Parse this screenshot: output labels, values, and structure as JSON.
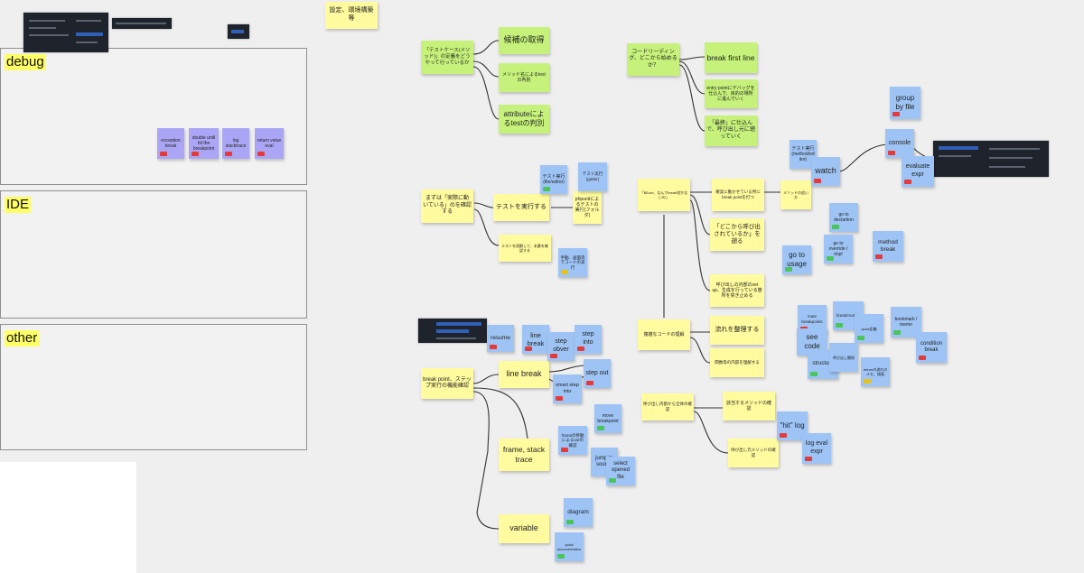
{
  "frames": [
    {
      "id": "frame-debug",
      "label": "debug"
    },
    {
      "id": "frame-ide",
      "label": "IDE"
    },
    {
      "id": "frame-other",
      "label": "other"
    }
  ],
  "notes": [
    {
      "id": "n-settings",
      "text": "設定、環境構築等",
      "color": "#fffb9e"
    },
    {
      "id": "n-p-exception",
      "text": "exception break",
      "color": "#aaa6f5"
    },
    {
      "id": "n-p-double",
      "text": "double until hit the breakpoint",
      "color": "#aaa6f5"
    },
    {
      "id": "n-p-log",
      "text": "log stacktrace",
      "color": "#aaa6f5"
    },
    {
      "id": "n-p-return",
      "text": "return value eval",
      "color": "#aaa6f5"
    },
    {
      "id": "n-testcase-q",
      "text": "「テストケース(メソッド)」の定義をどうやって行っているか",
      "color": "#c6f27b"
    },
    {
      "id": "n-candidates",
      "text": "候補の取得",
      "color": "#c6f27b"
    },
    {
      "id": "n-method-name",
      "text": "メソッド名によるtestの判別",
      "color": "#c6f27b"
    },
    {
      "id": "n-attribute",
      "text": "attributeによるtestの判別",
      "color": "#c6f27b"
    },
    {
      "id": "n-coderead-q",
      "text": "コードリーディング、どこから始めるか？",
      "color": "#c6f27b"
    },
    {
      "id": "n-break-first",
      "text": "break first line",
      "color": "#c6f27b"
    },
    {
      "id": "n-entry-point",
      "text": "entry pointにデバッグを仕込んで、目的の場所に進んでいく",
      "color": "#c6f27b"
    },
    {
      "id": "n-final",
      "text": "「最終」に仕込んで、呼び出し元に遡っていく",
      "color": "#c6f27b"
    },
    {
      "id": "n-run-first",
      "text": "まずは「実際に動いている」のを確認する",
      "color": "#fffb9e"
    },
    {
      "id": "n-run-test",
      "text": "テストを実行する",
      "color": "#fffb9e"
    },
    {
      "id": "n-test-read",
      "text": "テストを読解して、本番を確認する",
      "color": "#fffb9e"
    },
    {
      "id": "n-phpunit",
      "text": "phpunitによるテストの実行(フォルダ)",
      "color": "#fffb9e"
    },
    {
      "id": "n-b-testexec1",
      "text": "テスト実行(file/editor)",
      "color": "#9ec4f5"
    },
    {
      "id": "n-b-testexec2",
      "text": "テスト実行(gutter)",
      "color": "#9ec4f5"
    },
    {
      "id": "n-b-manual",
      "text": "手動、画面等でコードの実行",
      "color": "#9ec4f5"
    },
    {
      "id": "n-where-start",
      "text": "「BEcm、なんでbreak効かないの」",
      "color": "#fffb9e"
    },
    {
      "id": "n-callers",
      "text": "確実に動かせている所にbreak pointを打つ",
      "color": "#fffb9e"
    },
    {
      "id": "n-step-method",
      "text": "メソッドの追い方",
      "color": "#fffb9e"
    },
    {
      "id": "n-where-called",
      "text": "「どこから呼び出されているか」を遡る",
      "color": "#fffb9e"
    },
    {
      "id": "n-internal-setup",
      "text": "呼び出しの内部のset up、生成を行っている箇所を突き止める",
      "color": "#fffb9e"
    },
    {
      "id": "n-b-testexec3",
      "text": "テスト実行(method/editor)",
      "color": "#9ec4f5"
    },
    {
      "id": "n-watch",
      "text": "watch",
      "color": "#9ec4f5"
    },
    {
      "id": "n-group-file",
      "text": "group by file",
      "color": "#9ec4f5"
    },
    {
      "id": "n-console",
      "text": "console",
      "color": "#9ec4f5"
    },
    {
      "id": "n-evaluate",
      "text": "evaluate expr",
      "color": "#9ec4f5"
    },
    {
      "id": "n-goto-decl",
      "text": "go to declartion",
      "color": "#9ec4f5"
    },
    {
      "id": "n-goto-override",
      "text": "go to override / impl",
      "color": "#9ec4f5"
    },
    {
      "id": "n-method-break",
      "text": "method break",
      "color": "#9ec4f5"
    },
    {
      "id": "n-goto-usage",
      "text": "go to usage",
      "color": "#9ec4f5"
    },
    {
      "id": "n-complex",
      "text": "複雑なコードの理解",
      "color": "#fffb9e"
    },
    {
      "id": "n-organize-flow",
      "text": "流れを整理する",
      "color": "#fffb9e"
    },
    {
      "id": "n-relations",
      "text": "関数等の内容を理解する",
      "color": "#fffb9e"
    },
    {
      "id": "n-b-mute",
      "text": "mute breakpoints",
      "color": "#9ec4f5"
    },
    {
      "id": "n-b-breadcrumbs",
      "text": "breadcrumbs",
      "color": "#9ec4f5"
    },
    {
      "id": "n-b-see-code",
      "text": "see code",
      "color": "#9ec4f5"
    },
    {
      "id": "n-b-quick",
      "text": "quick定義",
      "color": "#9ec4f5"
    },
    {
      "id": "n-b-bookmark",
      "text": "bookmark / memo",
      "color": "#9ec4f5"
    },
    {
      "id": "n-b-condition",
      "text": "condition break",
      "color": "#9ec4f5"
    },
    {
      "id": "n-b-structure",
      "text": "structure",
      "color": "#9ec4f5"
    },
    {
      "id": "n-b-hierarchy",
      "text": "呼び出し関係",
      "color": "#9ec4f5"
    },
    {
      "id": "n-b-return-flow",
      "text": "returnの流れのメモ、描画",
      "color": "#9ec4f5"
    },
    {
      "id": "n-break-step",
      "text": "break point、ステップ実行の機能確認",
      "color": "#fffb9e"
    },
    {
      "id": "n-line-break",
      "text": "line break",
      "color": "#fffb9e"
    },
    {
      "id": "n-frame",
      "text": "frame, stack trace",
      "color": "#fffb9e"
    },
    {
      "id": "n-variable",
      "text": "variable",
      "color": "#fffb9e"
    },
    {
      "id": "n-b-resume",
      "text": "resume",
      "color": "#9ec4f5"
    },
    {
      "id": "n-b-linebreak",
      "text": "line break",
      "color": "#9ec4f5"
    },
    {
      "id": "n-b-stepover",
      "text": "step obver",
      "color": "#9ec4f5"
    },
    {
      "id": "n-b-stepinto",
      "text": "step into",
      "color": "#9ec4f5"
    },
    {
      "id": "n-b-smartstep",
      "text": "smart step into",
      "color": "#9ec4f5"
    },
    {
      "id": "n-b-stepout",
      "text": "step out",
      "color": "#9ec4f5"
    },
    {
      "id": "n-b-movebp",
      "text": "move breakpoint",
      "color": "#9ec4f5"
    },
    {
      "id": "n-b-framevars",
      "text": "frameの移動によるvarの確認",
      "color": "#9ec4f5"
    },
    {
      "id": "n-b-jump",
      "text": "jump to source",
      "color": "#9ec4f5"
    },
    {
      "id": "n-b-selectfile",
      "text": "select opened file",
      "color": "#9ec4f5"
    },
    {
      "id": "n-b-diagram",
      "text": "diagram",
      "color": "#9ec4f5"
    },
    {
      "id": "n-b-quickdoc",
      "text": "quick documentation",
      "color": "#9ec4f5"
    },
    {
      "id": "n-tracing",
      "text": "呼び出し内部から全体の確認",
      "color": "#fffb9e"
    },
    {
      "id": "n-checker",
      "text": "該当するメソッドの確認",
      "color": "#fffb9e"
    },
    {
      "id": "n-external",
      "text": "呼び出し元メソッドの確認",
      "color": "#fffb9e"
    },
    {
      "id": "n-hit-log",
      "text": "\"hit\" log",
      "color": "#9ec4f5"
    },
    {
      "id": "n-log-eval",
      "text": "log eval expr",
      "color": "#9ec4f5"
    }
  ]
}
